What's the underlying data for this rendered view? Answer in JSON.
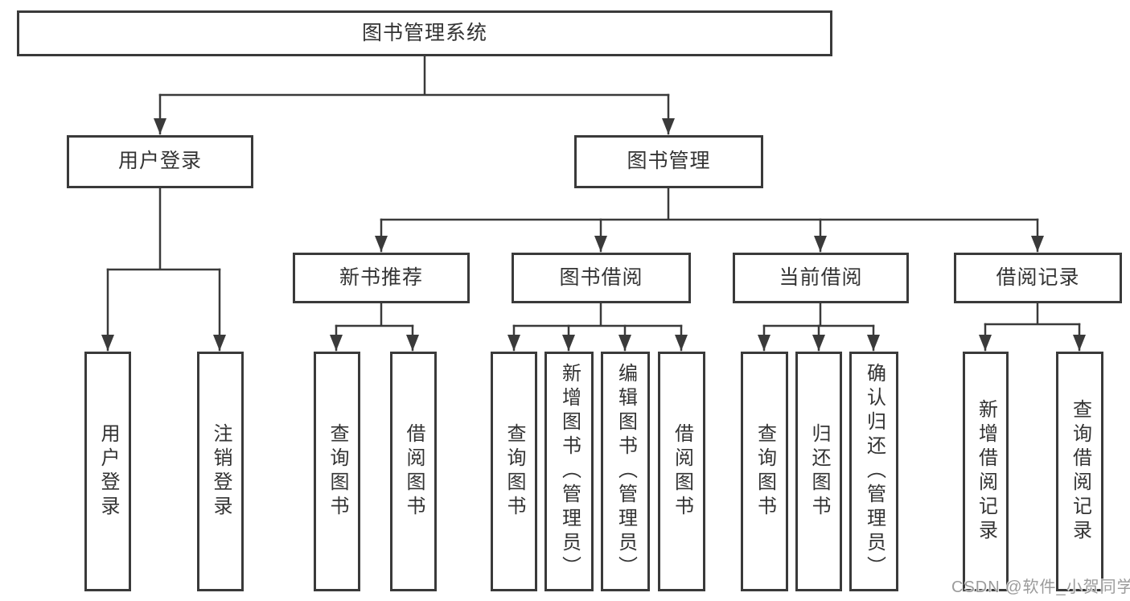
{
  "diagram": {
    "type": "hierarchy-tree",
    "line_color": "#3a3a3a",
    "text_color": "#333333",
    "root": {
      "label": "图书管理系统"
    },
    "branches": [
      {
        "label": "用户登录",
        "children": [
          {
            "label": "用户登录"
          },
          {
            "label": "注销登录"
          }
        ]
      },
      {
        "label": "图书管理",
        "children": [
          {
            "label": "新书推荐",
            "children": [
              {
                "label": "查询图书"
              },
              {
                "label": "借阅图书"
              }
            ]
          },
          {
            "label": "图书借阅",
            "children": [
              {
                "label": "查询图书"
              },
              {
                "label": "新增图书（管理员）"
              },
              {
                "label": "编辑图书（管理员）"
              },
              {
                "label": "借阅图书"
              }
            ]
          },
          {
            "label": "当前借阅",
            "children": [
              {
                "label": "查询图书"
              },
              {
                "label": "归还图书"
              },
              {
                "label": "确认归还（管理员）"
              }
            ]
          },
          {
            "label": "借阅记录",
            "children": [
              {
                "label": "新增借阅记录"
              },
              {
                "label": "查询借阅记录"
              }
            ]
          }
        ]
      }
    ]
  },
  "watermark": {
    "text": "CSDN @软件_小贺同学",
    "color": "#9b9b9b"
  }
}
